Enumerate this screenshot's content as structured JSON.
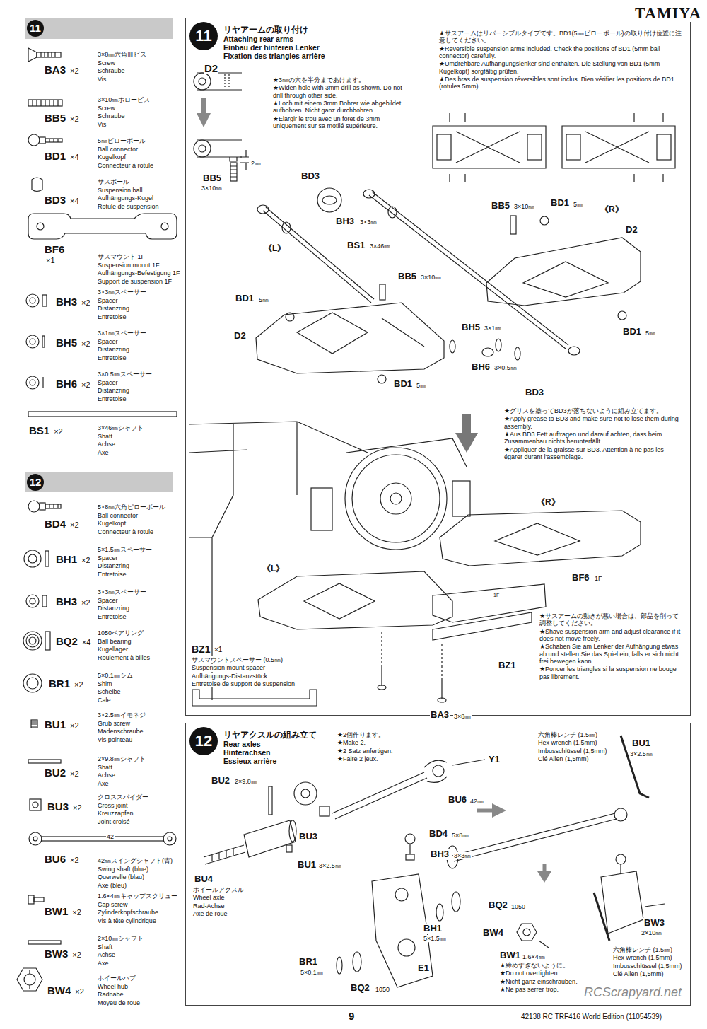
{
  "diagram": {
    "nodes": [
      {
        "text": [
          "11"
        ]
      },
      {
        "text": [
          "12"
        ]
      },
      {
        "text": [
          "11",
          "リヤアームの取り付け",
          "Attaching rear arms",
          "Einbau der hinteren Lenker",
          "Fixation des triangles arrière"
        ]
      },
      {
        "text": [
          "12",
          "リヤアクスルの組み立て",
          "Rear axles",
          "Hinterachsen",
          "Essieux arrière"
        ]
      }
    ],
    "labels": [
      "TAMIYA",
      "BA3",
      "×2",
      "3×8㎜六角皿ビス",
      "Screw",
      "Schraube",
      "Vis",
      "BB5",
      "×2",
      "3×10㎜ホロービス",
      "Screw",
      "Schraube",
      "Vis",
      "BD1",
      "×4",
      "5㎜ピローボール",
      "Ball connector",
      "Kugelkopf",
      "Connecteur à rotule",
      "BD3",
      "×4",
      "サスボール",
      "Suspension ball",
      "Aufhängungs-Kugel",
      "Rotule de suspension",
      "BF6",
      "×1",
      "サスマウント 1F",
      "Suspension mount 1F",
      "Aufhängungs-Befestigung 1F",
      "Support de suspension 1F",
      "BH3",
      "×2",
      "3×3㎜スペーサー",
      "Spacer",
      "Distanzring",
      "Entretoise",
      "BH5",
      "×2",
      "3×1㎜スペーサー",
      "Spacer",
      "Distanzring",
      "Entretoise",
      "BH6",
      "×2",
      "3×0.5㎜スペーサー",
      "Spacer",
      "Distanzring",
      "Entretoise",
      "BS1",
      "×2",
      "3×46㎜シャフト",
      "Shaft",
      "Achse",
      "Axe",
      "BD4",
      "×2",
      "5×8㎜六角ピローボール",
      "Ball connector",
      "Kugelkopf",
      "Connecteur à rotule",
      "BH1",
      "×2",
      "5×1.5㎜スペーサー",
      "Spacer",
      "Distanzring",
      "Entretoise",
      "BH3",
      "×2",
      "3×3㎜スペーサー",
      "Spacer",
      "Distanzring",
      "Entretoise",
      "BQ2",
      "×4",
      "1050ベアリング",
      "Ball bearing",
      "Kugellager",
      "Roulement à billes",
      "BR1",
      "×2",
      "5×0.1㎜シム",
      "Shim",
      "Scheibe",
      "Cale",
      "BU1",
      "×2",
      "3×2.5㎜イモネジ",
      "Grub screw",
      "Madenschraube",
      "Vis pointeau",
      "BU2",
      "×2",
      "2×9.8㎜シャフト",
      "Shaft",
      "Achse",
      "Axe",
      "BU3",
      "×2",
      "クロススパイダー",
      "Cross joint",
      "Kreuzzapfen",
      "Joint croisé",
      "BU6",
      "×2",
      "42㎜スイングシャフト(青)",
      "Swing shaft (blue)",
      "Querwelle (blau)",
      "Axe (bleu)",
      "BW1",
      "×2",
      "1.6×4㎜キャップスクリュー",
      "Cap screw",
      "Zylinderkopfschraube",
      "Vis à tête cylindrique",
      "BW3",
      "×2",
      "2×10㎜シャフト",
      "Shaft",
      "Achse",
      "Axe",
      "BW4",
      "×2",
      "ホイールハブ",
      "Wheel hub",
      "Radnabe",
      "Moyeu de roue",
      "42",
      "★3㎜の穴を半分まであけます。",
      "★Widen hole with 3mm drill as shown. Do not drill through other side.",
      "★Loch mit einem 3mm Bohrer wie abgebildet aufbohren. Nicht ganz durchbohren.",
      "★Elargir le trou avec un foret de 3mm uniquement sur sa motilé supérieure.",
      "D2",
      "BB5",
      "3×10㎜",
      "2㎜",
      "★サスアームはリバーシブルタイプです。BD1(5㎜ピローボール)の取り付け位置に注意してください。",
      "★Reversible suspension arms included. Check the positions of BD1 (5mm ball connector) carefully.",
      "★Umdrehbare Aufhängungslenker sind enthalten. Die Stellung von BD1 (5mm Kugelkopf) sorgfältig prüfen.",
      "★Des bras de suspension réversibles sont inclus. Bien vérifier les positions de BD1 (rotules 5mm).",
      "BD3",
      "BH3",
      "3×3㎜",
      "BS1",
      "3×46㎜",
      "《L》",
      "BB5",
      "3×10㎜",
      "BD1",
      "5㎜",
      "D2",
      "BD1",
      "5㎜",
      "BH5",
      "3×1㎜",
      "BH6",
      "3×0.5㎜",
      "BD3",
      "BB5",
      "3×10㎜",
      "BD1",
      "5㎜",
      "《R》",
      "D2",
      "BD1",
      "5㎜",
      "★グリスを塗ってBD3が落ちないように組み立てます。",
      "★Apply grease to BD3 and make sure not to lose them during assembly.",
      "★Aus BD3 Fett auftragen und darauf achten, dass beim Zusammenbau nichts herunterfällt.",
      "★Appliquer de la graisse sur BD3. Attention à ne pas les égarer durant l'assemblage.",
      "《R》",
      "《L》",
      "BF6",
      "1F",
      "1F",
      "BZ1",
      "×1",
      "サスマウントスペーサー (0.5㎜)",
      "Suspension mount spacer",
      "Aufhängungs-Distanzstück",
      "Entretoise de support de suspension",
      "BZ1",
      "BA3",
      "3×8㎜",
      "★サスアームの動きが悪い場合は、部品を削って調整してください。",
      "★Shave suspension arm and adjust clearance if it does not move freely.",
      "★Schaben Sie am Lenker der Aufhängung etwas ab und stellen Sie das Spiel ein, falls er sich nicht frei bewegen kann.",
      "★Poncer les triangles si la suspension ne bouge pas librement.",
      "★2個作ります。",
      "★Make 2.",
      "★2 Satz anfertigen.",
      "★Faire 2 jeux.",
      "Y1",
      "BU2",
      "2×9.8㎜",
      "BU6",
      "42㎜",
      "BU3",
      "BU4",
      "ホイールアクスル",
      "Wheel axle",
      "Rad-Achse",
      "Axe de roue",
      "BU1",
      "3×2.5㎜",
      "BD4",
      "5×8㎜",
      "BH3",
      "3×3㎜",
      "BQ2",
      "1050",
      "BH1",
      "5×1.5㎜",
      "BW4",
      "BW1",
      "1.6×4㎜",
      "★締めすぎないように。",
      "★Do not overtighten.",
      "★Nicht ganz einschrauben.",
      "★Ne pas serrer trop.",
      "BR1",
      "5×0.1㎜",
      "E1",
      "BQ2",
      "1050",
      "六角棒レンチ (1.5㎜)",
      "Hex wrench (1.5mm)",
      "Imbusschlüssel (1,5mm)",
      "Clé Allen (1,5mm)",
      "BU1",
      "3×2.5㎜",
      "BW3",
      "2×10㎜",
      "六角棒レンチ (1.5㎜)",
      "Hex wrench (1.5mm)",
      "Imbusschlüssel (1,5mm)",
      "Clé Allen (1,5mm)",
      "9",
      "42138 RC TRF416 World Edition (11054539)",
      "RCScrapyard.net"
    ]
  }
}
